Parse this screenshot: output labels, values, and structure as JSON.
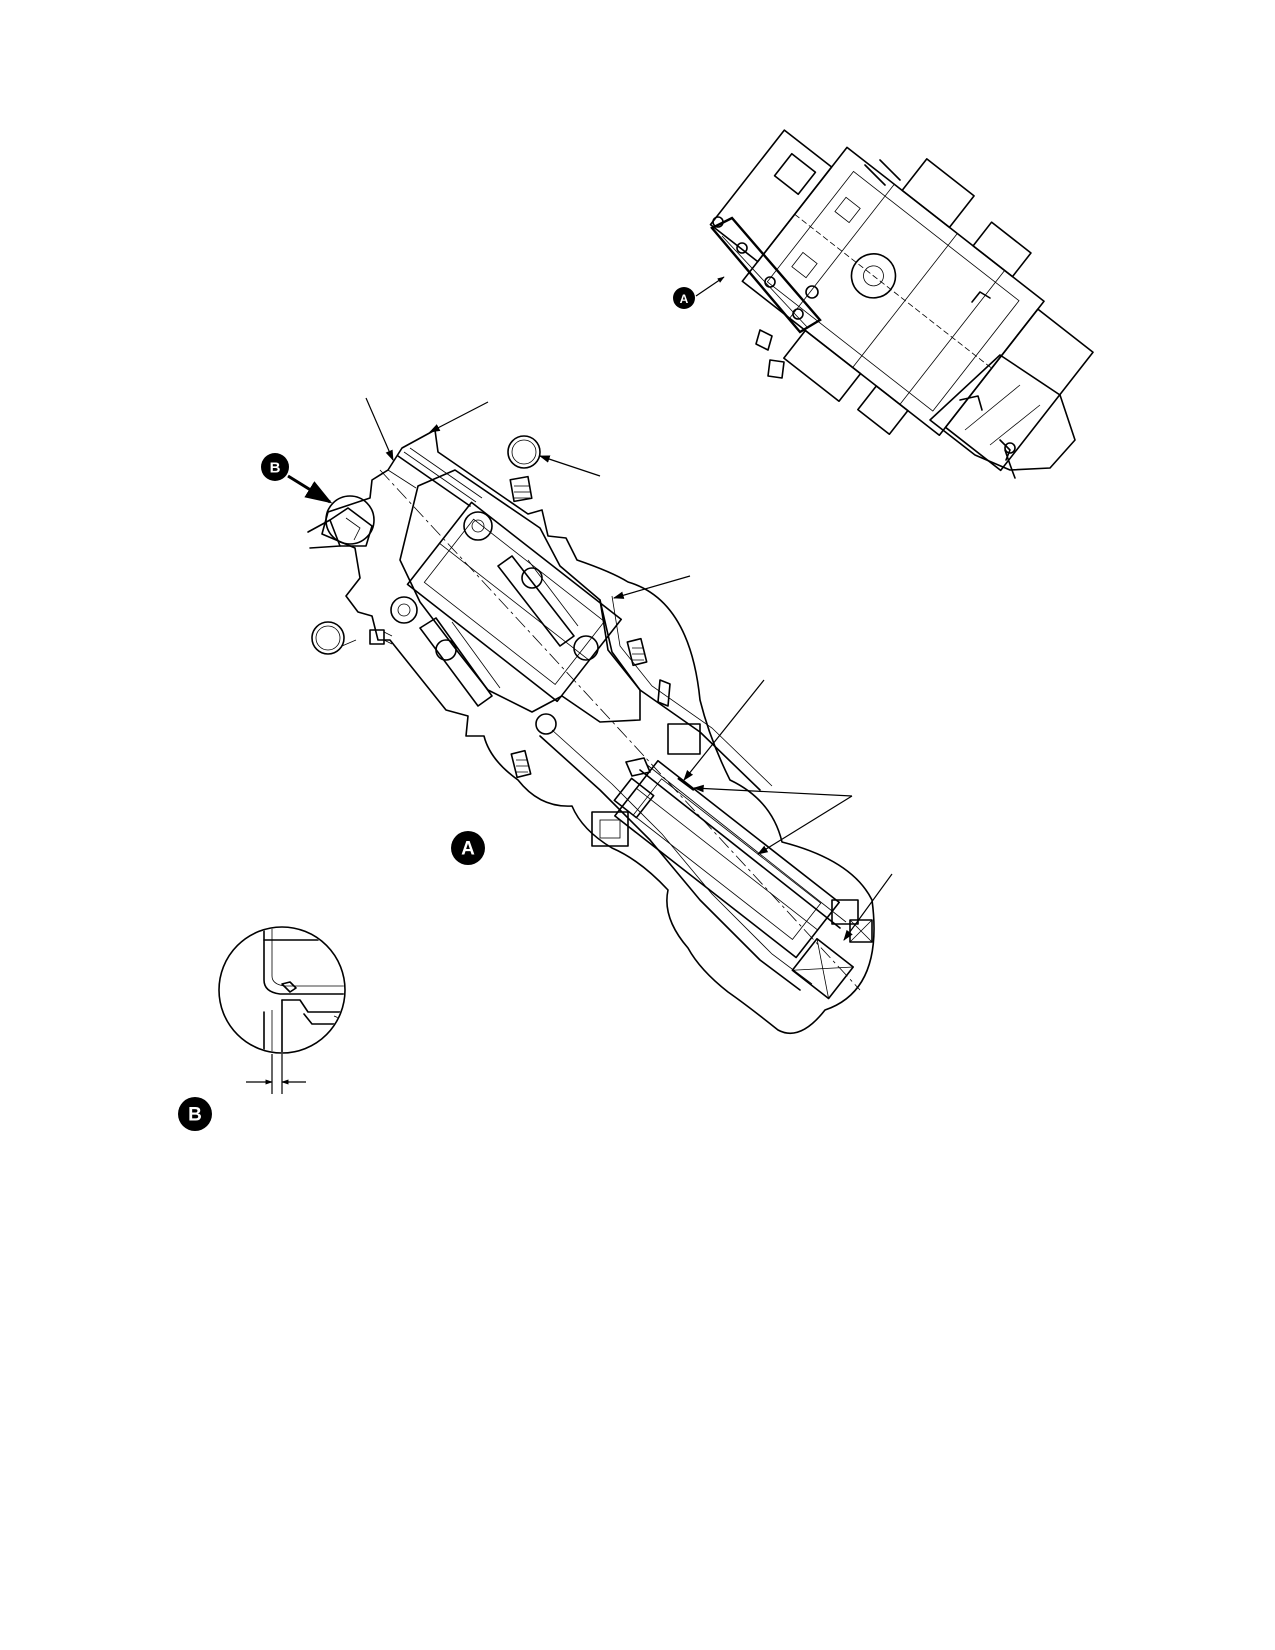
{
  "callouts": {
    "a_main": "A",
    "a_small": "A",
    "b_main": "B",
    "b_detail": "B"
  },
  "colors": {
    "ink": "#000000",
    "paper": "#ffffff"
  }
}
